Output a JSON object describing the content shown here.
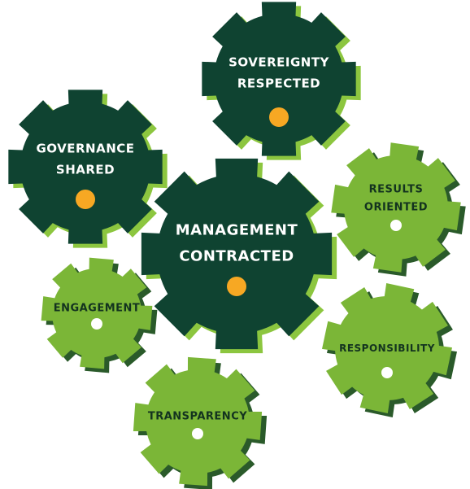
{
  "colors": {
    "dark_gear": "#0f4331",
    "light_gear": "#7bb637",
    "shadow": "#8cc63f",
    "shadow_light": "#2a5a2a",
    "label": "#ffffff",
    "label_dark": "#13331f",
    "dot_dark_gear": "#f7a823",
    "dot_light_gear": "#ffffff"
  },
  "gears": [
    {
      "id": "sovereignty",
      "lines": [
        "SOVEREIGNTY",
        "RESPECTED"
      ],
      "tone": "dark"
    },
    {
      "id": "governance",
      "lines": [
        "GOVERNANCE",
        "SHARED"
      ],
      "tone": "dark"
    },
    {
      "id": "management",
      "lines": [
        "MANAGEMENT",
        "CONTRACTED"
      ],
      "tone": "dark"
    },
    {
      "id": "results",
      "lines": [
        "RESULTS",
        "ORIENTED"
      ],
      "tone": "light"
    },
    {
      "id": "engagement",
      "lines": [
        "ENGAGEMENT"
      ],
      "tone": "light"
    },
    {
      "id": "responsibility",
      "lines": [
        "RESPONSIBILITY"
      ],
      "tone": "light"
    },
    {
      "id": "transparency",
      "lines": [
        "TRANSPARENCY"
      ],
      "tone": "light"
    }
  ]
}
